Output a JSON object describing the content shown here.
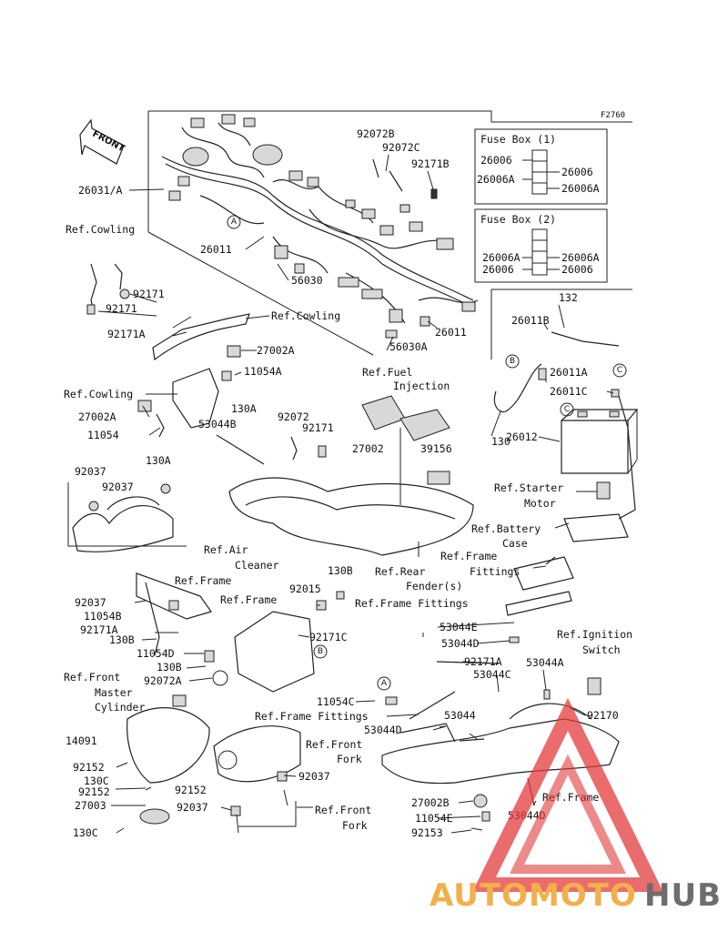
{
  "figure_number": "F2760",
  "front_label": "FRONT",
  "fuse_box_1": {
    "title": "Fuse Box (1)",
    "labels": [
      "26006",
      "26006",
      "26006A",
      "26006A"
    ]
  },
  "fuse_box_2": {
    "title": "Fuse Box (2)",
    "labels": [
      "26006A",
      "26006A",
      "26006",
      "26006"
    ]
  },
  "callout_letters": [
    "A",
    "B",
    "C",
    "C",
    "B",
    "A"
  ],
  "labels": [
    "26031/A",
    "92072B",
    "92072C",
    "92171B",
    "26011",
    "56030",
    "26011",
    "56030A",
    "Ref.Cowling",
    "92171",
    "92171",
    "92171A",
    "Ref.Cowling",
    "27002A",
    "11054A",
    "Ref.Fuel",
    "Injection",
    "Ref.Cowling",
    "130A",
    "27002A",
    "53044B",
    "92072",
    "92171",
    "11054",
    "130A",
    "27002",
    "39156",
    "132",
    "26011B",
    "26011A",
    "26011C",
    "130",
    "26012",
    "Ref.Starter",
    "Motor",
    "Ref.Battery",
    "Case",
    "92037",
    "92037",
    "Ref.Air",
    "Cleaner",
    "Ref.Frame",
    "Fittings",
    "Ref.Rear",
    "Fender(s)",
    "Ref.Frame",
    "130B",
    "92015",
    "Ref.Frame",
    "Ref.Frame Fittings",
    "92037",
    "11054B",
    "92171A",
    "130B",
    "11054D",
    "130B",
    "92072A",
    "92171C",
    "53044E",
    "53044D",
    "Ref.Ignition",
    "Switch",
    "92171A",
    "53044C",
    "53044A",
    "Ref.Front",
    "Master",
    "Cylinder",
    "11054C",
    "Ref.Frame Fittings",
    "92170",
    "14091",
    "53044D",
    "53044",
    "Ref.Front",
    "Fork",
    "92152",
    "130C",
    "92037",
    "92152",
    "92152",
    "27003",
    "Ref.Front",
    "Fork",
    "27002B",
    "Ref.Frame",
    "92037",
    "53044D",
    "11054E",
    "92153",
    "130C"
  ],
  "watermark": {
    "auto": "AUTOMOTO",
    "hub": "HUB",
    "triangle_color": "#e33b3b",
    "auto_color": "#f2b04a",
    "hub_color": "#6d6d6d"
  }
}
